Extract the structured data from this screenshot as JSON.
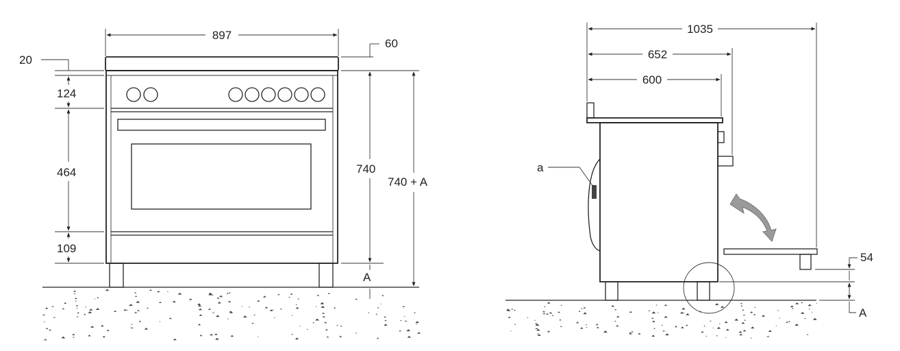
{
  "front_view": {
    "width": "897",
    "top_offset": "60",
    "worktop": "20",
    "panel": "124",
    "oven": "464",
    "plinth": "109",
    "height": "740",
    "height_total": "740 + A",
    "adjust": "A"
  },
  "side_view": {
    "depth_door_open": "1035",
    "depth_knobs": "652",
    "depth_body": "600",
    "label_a": "a",
    "door_gap": "54",
    "adjust": "A"
  },
  "colors": {
    "line": "#222222",
    "background": "#ffffff"
  },
  "icons": [
    "curved-double-arrow-icon",
    "detail-circle-icon",
    "handle-a-icon"
  ]
}
